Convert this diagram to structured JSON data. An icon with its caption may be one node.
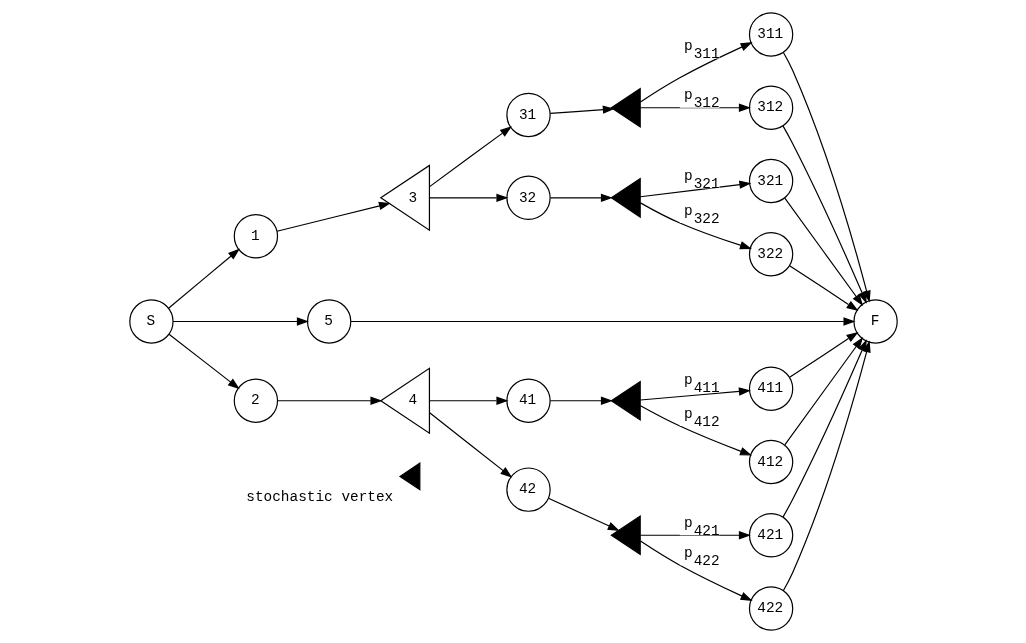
{
  "diagram": {
    "nodes": [
      {
        "text": [
          "S"
        ]
      },
      {
        "text": [
          "1"
        ]
      },
      {
        "text": [
          "5"
        ]
      },
      {
        "text": [
          "2"
        ]
      },
      {
        "text": [
          "3"
        ]
      },
      {
        "text": [
          "4"
        ]
      },
      {
        "text": [
          "31"
        ]
      },
      {
        "text": [
          "32"
        ]
      },
      {
        "text": [
          "41"
        ]
      },
      {
        "text": [
          "42"
        ]
      },
      {
        "text": [],
        "shape": "triangle"
      },
      {
        "text": [],
        "shape": "triangle"
      },
      {
        "text": [],
        "shape": "triangle"
      },
      {
        "text": [],
        "shape": "triangle"
      },
      {
        "text": [
          "311"
        ]
      },
      {
        "text": [
          "312"
        ]
      },
      {
        "text": [
          "321"
        ]
      },
      {
        "text": [
          "322"
        ]
      },
      {
        "text": [
          "411"
        ]
      },
      {
        "text": [
          "412"
        ]
      },
      {
        "text": [
          "421"
        ]
      },
      {
        "text": [
          "422"
        ]
      },
      {
        "text": [
          "F"
        ]
      }
    ],
    "edges": [
      {
        "from": 0,
        "to": 1,
        "arrow": "to"
      },
      {
        "from": 0,
        "to": 2,
        "arrow": "to"
      },
      {
        "from": 0,
        "to": 3,
        "arrow": "to"
      },
      {
        "from": 1,
        "to": 4,
        "arrow": "to"
      },
      {
        "from": 3,
        "to": 5,
        "arrow": "to"
      },
      {
        "from": 4,
        "to": 6,
        "arrow": "to"
      },
      {
        "from": 4,
        "to": 7,
        "arrow": "to"
      },
      {
        "from": 5,
        "to": 8,
        "arrow": "to"
      },
      {
        "from": 5,
        "to": 9,
        "arrow": "to"
      },
      {
        "from": 6,
        "to": 10,
        "arrow": "to"
      },
      {
        "from": 7,
        "to": 11,
        "arrow": "to"
      },
      {
        "from": 8,
        "to": 12,
        "arrow": "to"
      },
      {
        "from": 9,
        "to": 13,
        "arrow": "to"
      },
      {
        "from": 10,
        "to": 14,
        "arrow": "to",
        "label": "p$_{311}$"
      },
      {
        "from": 10,
        "to": 15,
        "arrow": "to",
        "label": "p$_{312}$"
      },
      {
        "from": 11,
        "to": 16,
        "arrow": "to",
        "label": "p$_{321}$"
      },
      {
        "from": 11,
        "to": 17,
        "arrow": "to",
        "label": "p$_{322}$"
      },
      {
        "from": 12,
        "to": 18,
        "arrow": "to",
        "label": "p$_{411}$"
      },
      {
        "from": 12,
        "to": 19,
        "arrow": "to",
        "label": "p$_{412}$"
      },
      {
        "from": 13,
        "to": 20,
        "arrow": "to",
        "label": "p$_{421}$"
      },
      {
        "from": 13,
        "to": 21,
        "arrow": "to",
        "label": "p$_{422}$"
      },
      {
        "from": 14,
        "to": 22,
        "arrow": "to"
      },
      {
        "from": 15,
        "to": 22,
        "arrow": "to"
      },
      {
        "from": 16,
        "to": 22,
        "arrow": "to"
      },
      {
        "from": 17,
        "to": 22,
        "arrow": "to"
      },
      {
        "from": 2,
        "to": 22,
        "arrow": "to"
      },
      {
        "from": 18,
        "to": 22,
        "arrow": "to"
      },
      {
        "from": 19,
        "to": 22,
        "arrow": "to"
      },
      {
        "from": 20,
        "to": 22,
        "arrow": "to"
      },
      {
        "from": 21,
        "to": 22,
        "arrow": "to"
      }
    ],
    "legend": [
      {
        "text": "stochastic vertex"
      }
    ]
  }
}
